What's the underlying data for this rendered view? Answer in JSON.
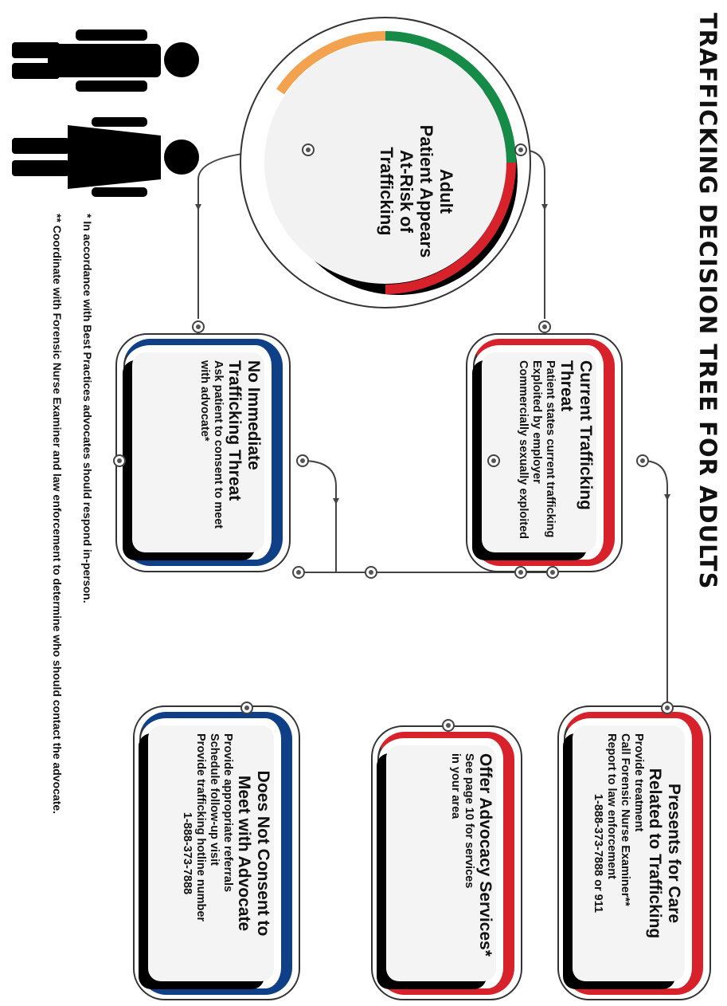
{
  "title": "TRAFFICKING DECISION TREE FOR ADULTS",
  "colors": {
    "red": "#d8222b",
    "blue": "#0f3f86",
    "green": "#168a47",
    "orange": "#f3a250"
  },
  "start": {
    "lines": [
      "Adult",
      "Patient Appears",
      "At-Risk of",
      "Trafficking"
    ]
  },
  "current_threat": {
    "heading": "Current Trafficking Threat",
    "lines": [
      "Patient states current trafficking",
      "Exploited by employer",
      "Commercially sexually exploited"
    ]
  },
  "no_threat": {
    "heading": "No Immediate Trafficking Threat",
    "lines": [
      "Ask patient to consent to meet",
      "with advocate*"
    ]
  },
  "presents": {
    "heading1": "Presents for Care",
    "heading2": "Related to Trafficking",
    "lines": [
      "Provide treatment",
      "Call Forensic Nurse Examiner**",
      "Report to law enforcement",
      "1-888-373-7888 or 911"
    ]
  },
  "advocacy": {
    "heading": "Offer Advocacy Services*",
    "lines": [
      "See page 10 for services",
      "in your area"
    ]
  },
  "no_consent": {
    "heading1": "Does Not Consent to",
    "heading2": "Meet with Advocate",
    "lines": [
      "Provide appropriate referrals",
      "Schedule follow-up visit",
      "Provide trafficking hotline number",
      "1-888-373-7888"
    ]
  },
  "footnotes": [
    "* In accordance with Best Practices advocates should respond in-person.",
    "** Coordinate with Forensic Nurse Examiner and law enforcement to determine who should contact the advocate."
  ]
}
